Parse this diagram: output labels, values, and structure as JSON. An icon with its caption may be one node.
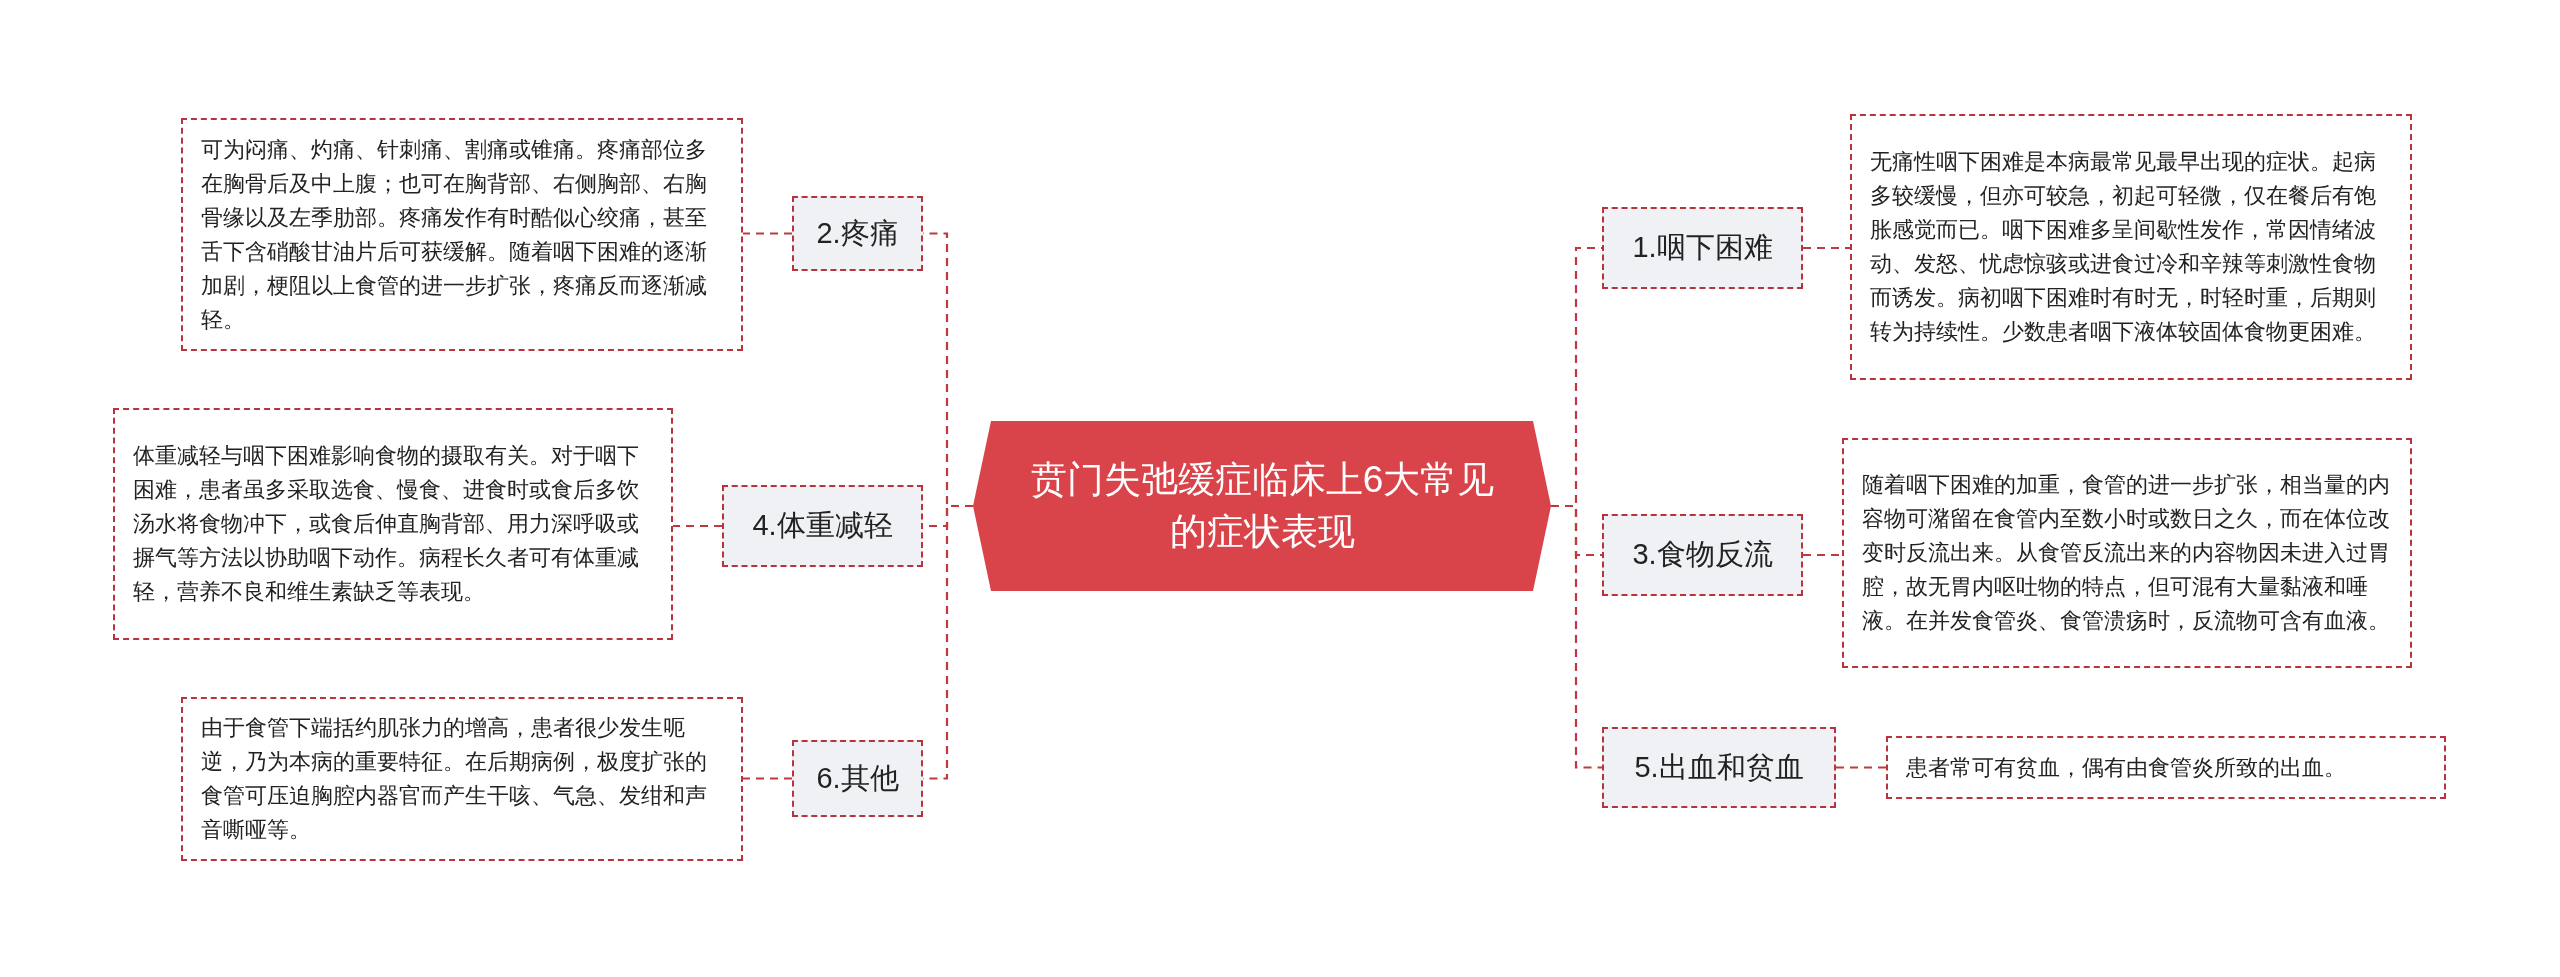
{
  "diagram": {
    "nodes": [
      {
        "text": [
          "贲门失弛缓症临床上6大常见的症状表现"
        ]
      },
      {
        "text": [
          "1.咽下困难"
        ]
      },
      {
        "text": [
          "无痛性咽下困难是本病最常见最早出现的症状。起病多较缓慢，但亦可较急，初起可轻微，仅在餐后有饱胀感觉而已。咽下困难多呈间歇性发作，常因情绪波动、发怒、忧虑惊骇或进食过冷和辛辣等刺激性食物而诱发。病初咽下困难时有时无，时轻时重，后期则转为持续性。少数患者咽下液体较固体食物更困难。"
        ]
      },
      {
        "text": [
          "2.疼痛"
        ]
      },
      {
        "text": [
          "可为闷痛、灼痛、针刺痛、割痛或锥痛。疼痛部位多在胸骨后及中上腹；也可在胸背部、右侧胸部、右胸骨缘以及左季肋部。疼痛发作有时酷似心绞痛，甚至舌下含硝酸甘油片后可获缓解。随着咽下困难的逐渐加剧，梗阻以上食管的进一步扩张，疼痛反而逐渐减轻。"
        ]
      },
      {
        "text": [
          "3.食物反流"
        ]
      },
      {
        "text": [
          "随着咽下困难的加重，食管的进一步扩张，相当量的内容物可潴留在食管内至数小时或数日之久，而在体位改变时反流出来。从食管反流出来的内容物因未进入过胃腔，故无胃内呕吐物的特点，但可混有大量黏液和唾液。在并发食管炎、食管溃疡时，反流物可含有血液。"
        ]
      },
      {
        "text": [
          "4.体重减轻"
        ]
      },
      {
        "text": [
          "体重减轻与咽下困难影响食物的摄取有关。对于咽下困难，患者虽多采取选食、慢食、进食时或食后多饮汤水将食物冲下，或食后伸直胸背部、用力深呼吸或摒气等方法以协助咽下动作。病程长久者可有体重减轻，营养不良和维生素缺乏等表现。"
        ]
      },
      {
        "text": [
          "5.出血和贫血"
        ]
      },
      {
        "text": [
          "患者常可有贫血，偶有由食管炎所致的出血。"
        ]
      },
      {
        "text": [
          "6.其他"
        ]
      },
      {
        "text": [
          "由于食管下端括约肌张力的增高，患者很少发生呃逆，乃为本病的重要特征。在后期病例，极度扩张的食管可压迫胸腔内器官而产生干咳、气急、发绀和声音嘶哑等。"
        ]
      }
    ],
    "edges": [
      {
        "from": 0,
        "to": 1,
        "arrow": "none"
      },
      {
        "from": 0,
        "to": 3,
        "arrow": "none"
      },
      {
        "from": 0,
        "to": 5,
        "arrow": "none"
      },
      {
        "from": 0,
        "to": 7,
        "arrow": "none"
      },
      {
        "from": 0,
        "to": 9,
        "arrow": "none"
      },
      {
        "from": 0,
        "to": 11,
        "arrow": "none"
      },
      {
        "from": 1,
        "to": 2,
        "arrow": "none"
      },
      {
        "from": 3,
        "to": 4,
        "arrow": "none"
      },
      {
        "from": 5,
        "to": 6,
        "arrow": "none"
      },
      {
        "from": 7,
        "to": 8,
        "arrow": "none"
      },
      {
        "from": 9,
        "to": 10,
        "arrow": "none"
      },
      {
        "from": 11,
        "to": 12,
        "arrow": "none"
      }
    ]
  }
}
